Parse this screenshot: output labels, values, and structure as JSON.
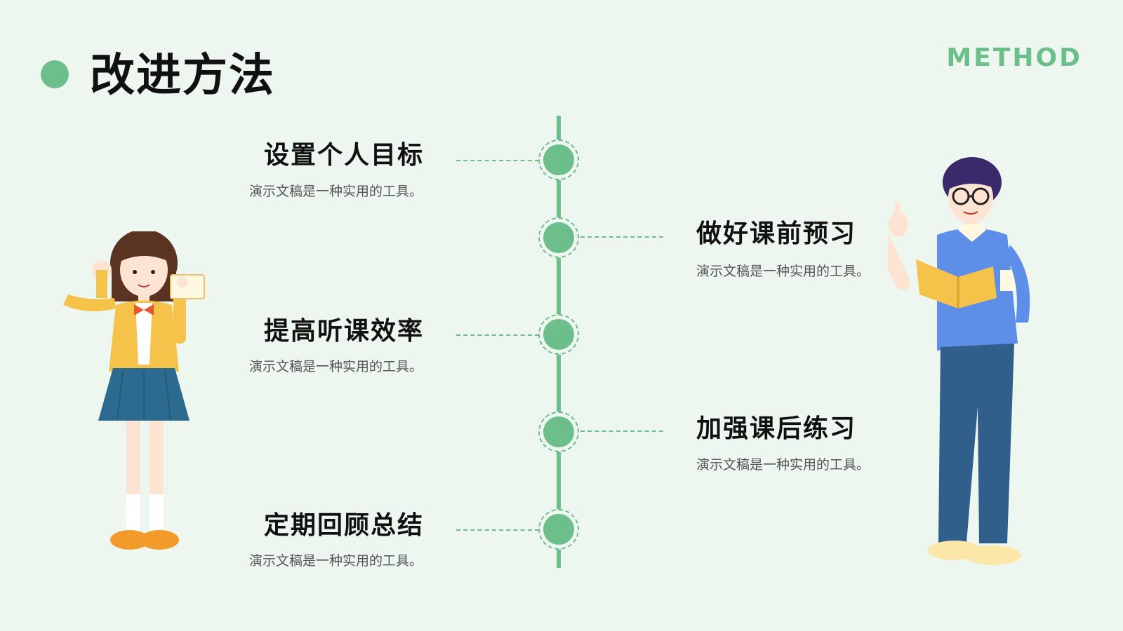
{
  "header": {
    "title": "改进方法",
    "brand": "METHOD"
  },
  "timeline": {
    "items": [
      {
        "heading": "设置个人目标",
        "desc": "演示文稿是一种实用的工具。",
        "side": "left"
      },
      {
        "heading": "做好课前预习",
        "desc": "演示文稿是一种实用的工具。",
        "side": "right"
      },
      {
        "heading": "提高听课效率",
        "desc": "演示文稿是一种实用的工具。",
        "side": "left"
      },
      {
        "heading": "加强课后练习",
        "desc": "演示文稿是一种实用的工具。",
        "side": "right"
      },
      {
        "heading": "定期回顾总结",
        "desc": "演示文稿是一种实用的工具。",
        "side": "left"
      }
    ]
  },
  "colors": {
    "accent": "#6cbf8a",
    "background": "#edf7f0"
  },
  "illustrations": {
    "left": "girl-student-illustration",
    "right": "boy-student-illustration"
  }
}
